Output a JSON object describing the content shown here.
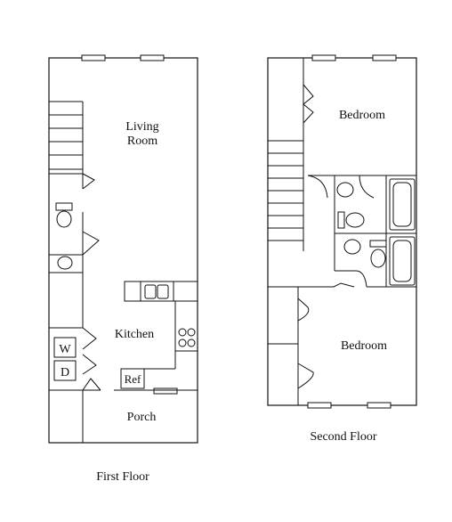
{
  "first_floor": {
    "caption": "First Floor",
    "living_room_line1": "Living",
    "living_room_line2": "Room",
    "kitchen": "Kitchen",
    "porch": "Porch",
    "washer": "W",
    "dryer": "D",
    "refrigerator": "Ref"
  },
  "second_floor": {
    "caption": "Second Floor",
    "bedroom_top": "Bedroom",
    "bedroom_bottom": "Bedroom"
  }
}
